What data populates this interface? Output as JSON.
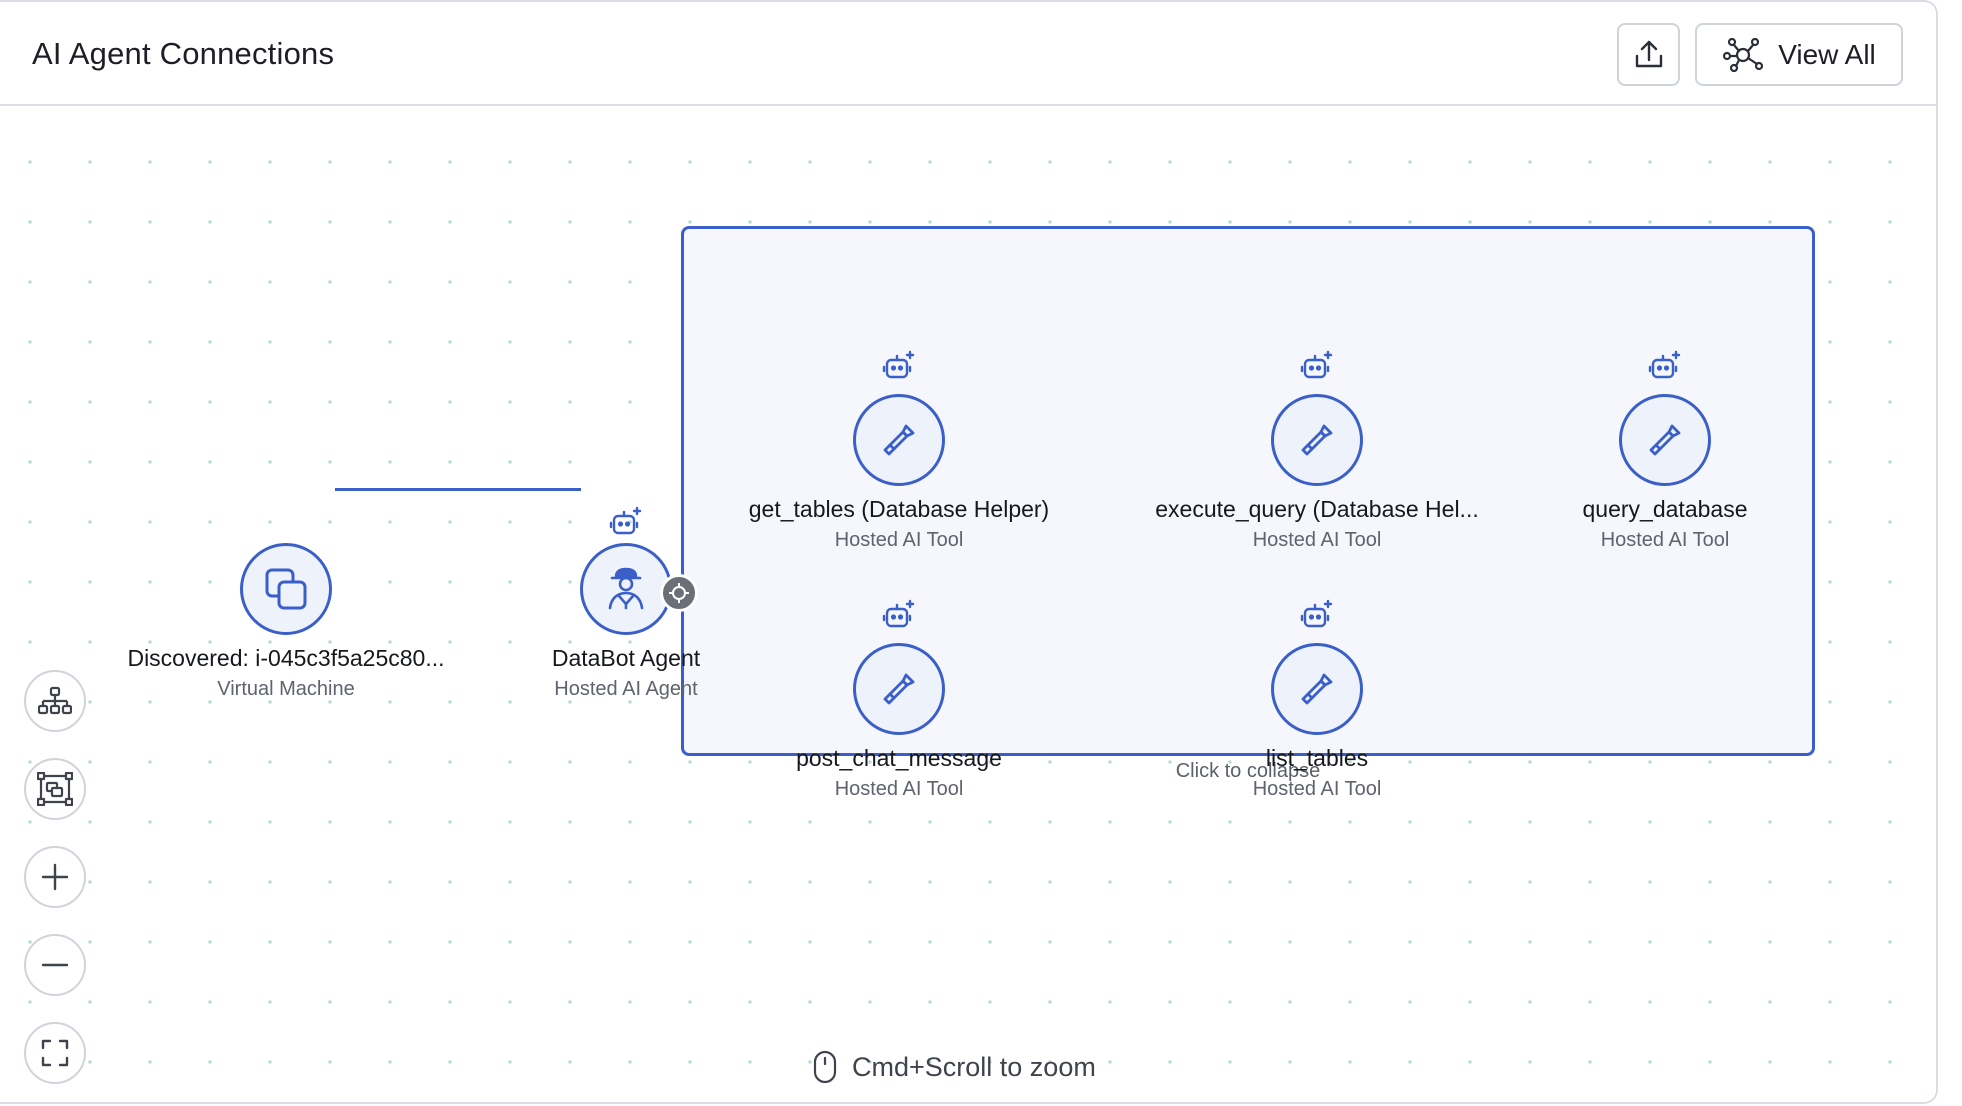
{
  "header": {
    "title": "AI Agent Connections",
    "export_icon": "upload-icon",
    "view_all_label": "View All",
    "view_all_icon": "network-icon"
  },
  "graph": {
    "source_node": {
      "name": "Discovered: i-045c3f5a25c80...",
      "type": "Virtual Machine",
      "icon": "copy-vm-icon"
    },
    "agent_node": {
      "name": "DataBot Agent",
      "type": "Hosted AI Agent",
      "icon": "agent-icon",
      "badge": "ai-robot-icon"
    },
    "tool_group": {
      "collapse_label": "Click to collapse",
      "tools": [
        {
          "name": "get_tables (Database Helper)",
          "type": "Hosted AI Tool",
          "icon": "tool-icon",
          "badge": "ai-robot-icon"
        },
        {
          "name": "execute_query (Database Hel...",
          "type": "Hosted AI Tool",
          "icon": "tool-icon",
          "badge": "ai-robot-icon"
        },
        {
          "name": "query_database",
          "type": "Hosted AI Tool",
          "icon": "tool-icon",
          "badge": "ai-robot-icon"
        },
        {
          "name": "post_chat_message",
          "type": "Hosted AI Tool",
          "icon": "tool-icon",
          "badge": "ai-robot-icon"
        },
        {
          "name": "list_tables",
          "type": "Hosted AI Tool",
          "icon": "tool-icon",
          "badge": "ai-robot-icon"
        }
      ]
    }
  },
  "controls": [
    "hierarchy-layout-icon",
    "fit-selection-icon",
    "zoom-in-icon",
    "zoom-out-icon",
    "fullscreen-icon"
  ],
  "zoom_hint": "Cmd+Scroll to zoom",
  "colors": {
    "accent": "#3b5fc9",
    "node_fill": "#eef2fb",
    "group_fill": "#f5f7fc",
    "grid_dot": "#b9d8d2"
  }
}
